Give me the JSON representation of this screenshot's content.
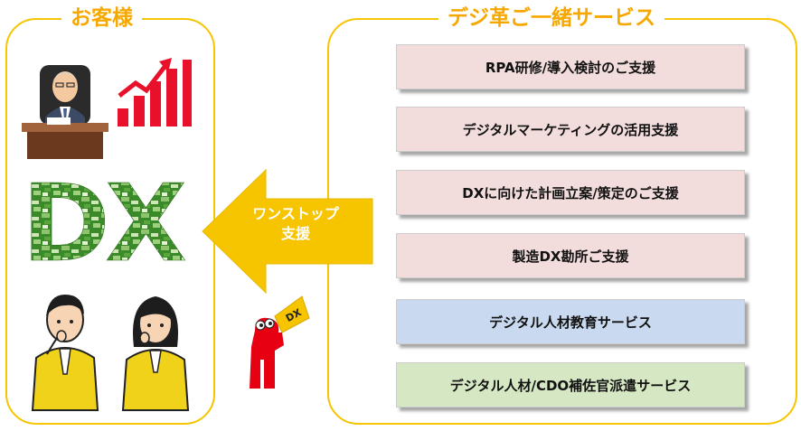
{
  "customer": {
    "title": "お客様"
  },
  "services": {
    "title": "デジ革ご一緒サービス",
    "items": [
      {
        "label": "RPA研修/導入検討のご支援",
        "color": "#f2dcdc"
      },
      {
        "label": "デジタルマーケティングの活用支援",
        "color": "#f2dcdc"
      },
      {
        "label": "DXに向けた計画立案/策定のご支援",
        "color": "#f2dcdc"
      },
      {
        "label": "製造DX勘所ご支援",
        "color": "#f2dcdc"
      },
      {
        "label": "デジタル人材教育サービス",
        "color": "#c9daf0"
      },
      {
        "label": "デジタル人材/CDO補佐官派遣サービス",
        "color": "#d6e7c3"
      }
    ]
  },
  "arrow": {
    "line1": "ワンストップ",
    "line2": "支援",
    "color": "#f7c400"
  },
  "mascot": {
    "flag_text": "DX"
  },
  "dx_logo": {
    "text": "DX"
  },
  "colors": {
    "accent": "#f7c400",
    "title": "#f7a800",
    "chart_red": "#e8102a",
    "dx_green": "#3a8a2a"
  },
  "icons": [
    "executive-icon",
    "growth-chart-icon",
    "dx-logo",
    "thinking-man-icon",
    "thinking-woman-icon",
    "mascot-icon"
  ]
}
